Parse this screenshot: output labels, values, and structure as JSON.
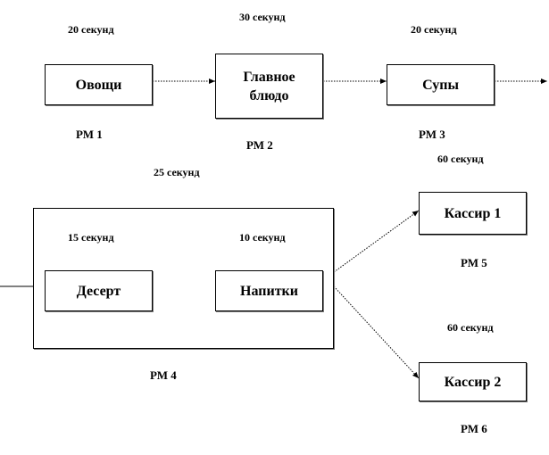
{
  "nodes": {
    "vegetables": "Овощи",
    "main_course_line1": "Главное",
    "main_course_line2": "блюдо",
    "soups": "Супы",
    "dessert": "Десерт",
    "drinks": "Напитки",
    "cashier1": "Кассир 1",
    "cashier2": "Кассир 2"
  },
  "times": {
    "vegetables": "20 секунд",
    "main_course": "30 секунд",
    "soups": "20 секунд",
    "group_rm4": "25 секунд",
    "dessert": "15 секунд",
    "drinks": "10 секунд",
    "cashier1": "60 секунд",
    "cashier2": "60 секунд"
  },
  "workplaces": {
    "rm1": "РМ 1",
    "rm2": "РМ 2",
    "rm3": "РМ 3",
    "rm4": "РМ 4",
    "rm5": "РМ 5",
    "rm6": "РМ 6"
  }
}
